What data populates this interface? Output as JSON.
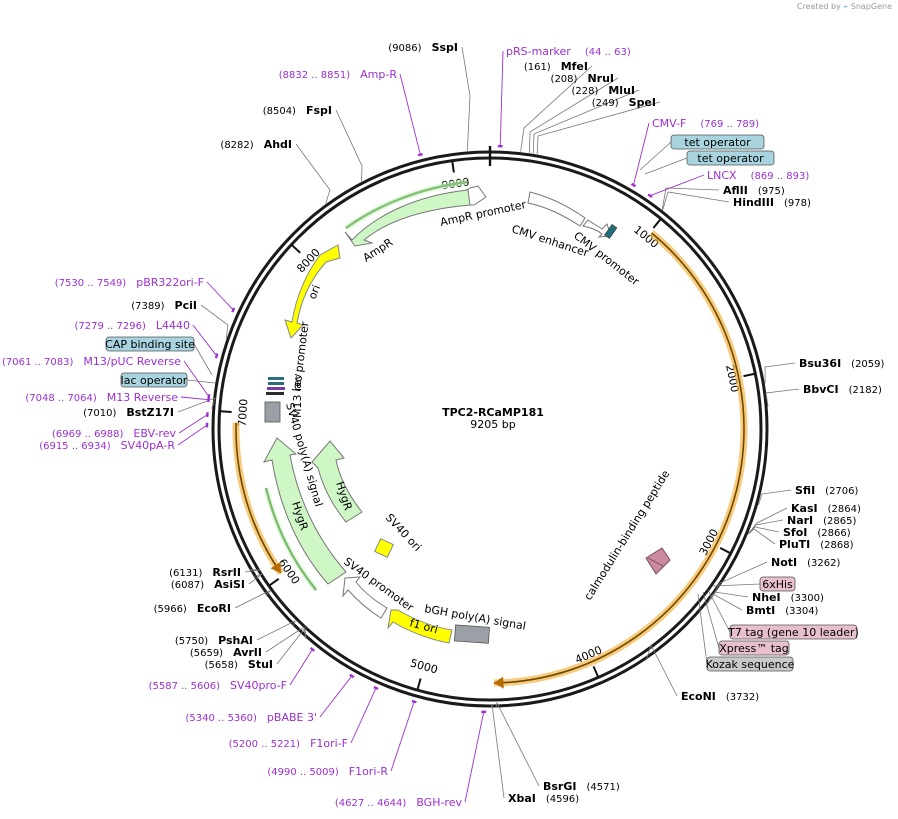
{
  "credit": {
    "prefix": "Created by",
    "brand": "SnapGene"
  },
  "map": {
    "name": "TPC2-RCaMP181",
    "length_label": "9205 bp",
    "total_bp": 9205,
    "ticks": [
      {
        "pos": 1000,
        "label": "1000"
      },
      {
        "pos": 2000,
        "label": "2000"
      },
      {
        "pos": 3000,
        "label": "3000"
      },
      {
        "pos": 4000,
        "label": "4000"
      },
      {
        "pos": 5000,
        "label": "5000"
      },
      {
        "pos": 6000,
        "label": "6000"
      },
      {
        "pos": 7000,
        "label": "7000"
      },
      {
        "pos": 8000,
        "label": "8000"
      },
      {
        "pos": 9000,
        "label": "9000"
      }
    ]
  },
  "enzymes": [
    {
      "name": "SspI",
      "pos": "(9086)",
      "bp": 9086
    },
    {
      "name": "MfeI",
      "pos": "(161)",
      "bp": 161
    },
    {
      "name": "NruI",
      "pos": "(208)",
      "bp": 208
    },
    {
      "name": "MluI",
      "pos": "(228)",
      "bp": 228
    },
    {
      "name": "SpeI",
      "pos": "(249)",
      "bp": 249
    },
    {
      "name": "AflII",
      "pos": "(975)",
      "bp": 975
    },
    {
      "name": "HindIII",
      "pos": "(978)",
      "bp": 978
    },
    {
      "name": "Bsu36I",
      "pos": "(2059)",
      "bp": 2059
    },
    {
      "name": "BbvCI",
      "pos": "(2182)",
      "bp": 2182
    },
    {
      "name": "SfiI",
      "pos": "(2706)",
      "bp": 2706
    },
    {
      "name": "KasI",
      "pos": "(2864)",
      "bp": 2864
    },
    {
      "name": "NarI",
      "pos": "(2865)",
      "bp": 2865
    },
    {
      "name": "SfoI",
      "pos": "(2866)",
      "bp": 2866
    },
    {
      "name": "PluTI",
      "pos": "(2868)",
      "bp": 2868
    },
    {
      "name": "NotI",
      "pos": "(3262)",
      "bp": 3262
    },
    {
      "name": "NheI",
      "pos": "(3300)",
      "bp": 3300
    },
    {
      "name": "BmtI",
      "pos": "(3304)",
      "bp": 3304
    },
    {
      "name": "EcoNI",
      "pos": "(3732)",
      "bp": 3732
    },
    {
      "name": "BsrGI",
      "pos": "(4571)",
      "bp": 4571
    },
    {
      "name": "XbaI",
      "pos": "(4596)",
      "bp": 4596
    },
    {
      "name": "StuI",
      "pos": "(5658)",
      "bp": 5658
    },
    {
      "name": "AvrII",
      "pos": "(5659)",
      "bp": 5659
    },
    {
      "name": "PshAI",
      "pos": "(5750)",
      "bp": 5750
    },
    {
      "name": "EcoRI",
      "pos": "(5966)",
      "bp": 5966
    },
    {
      "name": "AsiSI",
      "pos": "(6087)",
      "bp": 6087
    },
    {
      "name": "RsrII",
      "pos": "(6131)",
      "bp": 6131
    },
    {
      "name": "BstZ17I",
      "pos": "(7010)",
      "bp": 7010
    },
    {
      "name": "PciI",
      "pos": "(7389)",
      "bp": 7389
    },
    {
      "name": "AhdI",
      "pos": "(8282)",
      "bp": 8282
    },
    {
      "name": "FspI",
      "pos": "(8504)",
      "bp": 8504
    }
  ],
  "primers": [
    {
      "name": "pRS-marker",
      "range": "(44 .. 63)",
      "bp": 53
    },
    {
      "name": "CMV-F",
      "range": "(769 .. 789)",
      "bp": 779
    },
    {
      "name": "LNCX",
      "range": "(869 .. 893)",
      "bp": 881
    },
    {
      "name": "Amp-R",
      "range": "(8832 .. 8851)",
      "bp": 8841
    },
    {
      "name": "pBR322ori-F",
      "range": "(7530 .. 7549)",
      "bp": 7540
    },
    {
      "name": "L4440",
      "range": "(7279 .. 7296)",
      "bp": 7287
    },
    {
      "name": "M13/pUC Reverse",
      "range": "(7061 .. 7083)",
      "bp": 7072
    },
    {
      "name": "M13 Reverse",
      "range": "(7048 .. 7064)",
      "bp": 7056
    },
    {
      "name": "EBV-rev",
      "range": "(6969 .. 6988)",
      "bp": 6978
    },
    {
      "name": "SV40pA-R",
      "range": "(6915 .. 6934)",
      "bp": 6924
    },
    {
      "name": "SV40pro-F",
      "range": "(5587 .. 5606)",
      "bp": 5596
    },
    {
      "name": "pBABE 3'",
      "range": "(5340 .. 5360)",
      "bp": 5350
    },
    {
      "name": "F1ori-F",
      "range": "(5200 .. 5221)",
      "bp": 5210
    },
    {
      "name": "F1ori-R",
      "range": "(4990 .. 5009)",
      "bp": 5000
    },
    {
      "name": "BGH-rev",
      "range": "(4627 .. 4644)",
      "bp": 4635
    }
  ],
  "boxed_features": [
    {
      "name": "tet operator",
      "style": "teal"
    },
    {
      "name": "tet operator",
      "style": "teal"
    },
    {
      "name": "CAP binding site",
      "style": "teal"
    },
    {
      "name": "lac operator",
      "style": "teal"
    },
    {
      "name": "6xHis",
      "style": "pink"
    },
    {
      "name": "T7 tag (gene 10 leader)",
      "style": "pink"
    },
    {
      "name": "Xpress™ tag",
      "style": "pink"
    },
    {
      "name": "Kozak sequence",
      "style": "grey"
    }
  ],
  "features": {
    "ampr_promoter": "AmpR promoter",
    "ampr": "AmpR",
    "ori": "ori",
    "cmv_enhancer": "CMV enhancer",
    "cmv_promoter": "CMV promoter",
    "calmodulin_peptide": "calmodulin-binding peptide",
    "lac_promoter": "lac promoter",
    "m13_rev": "M13 rev",
    "sv40_polya": "SV40 poly(A) signal",
    "hygr_inner": "HygR",
    "hygr_outer": "HygR",
    "sv40_ori": "SV40 ori",
    "sv40_promoter": "SV40 promoter",
    "bgh_polya": "bGH poly(A) signal",
    "f1_ori": "f1 ori"
  },
  "colors": {
    "backbone": "#1a1a1a",
    "primer": "#9B30D0",
    "orange_orf": "#F5A623",
    "green_feature": "#CFF7C6",
    "yellow_ori": "#FFFF00",
    "promoter_white": "#FFFFFF",
    "teal_box": "#A7D4DF",
    "pink_box": "#E8C0CB",
    "grey_box": "#C9C9C9"
  }
}
